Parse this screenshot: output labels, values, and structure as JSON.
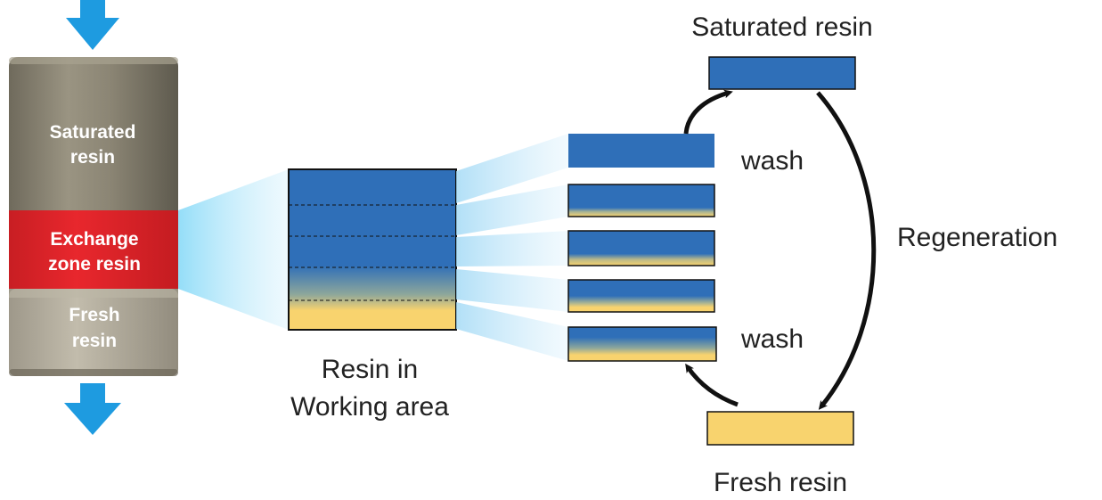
{
  "column": {
    "saturated_line1": "Saturated",
    "saturated_line2": "resin",
    "exchange_line1": "Exchange",
    "exchange_line2": "zone resin",
    "fresh_line1": "Fresh",
    "fresh_line2": "resin"
  },
  "working_area": {
    "label_line1": "Resin in",
    "label_line2": "Working area"
  },
  "cycle": {
    "saturated_label": "Saturated resin",
    "fresh_label": "Fresh resin",
    "wash_top": "wash",
    "wash_bottom": "wash",
    "regeneration": "Regeneration"
  },
  "colors": {
    "saturated_blue": "#2f6fb8",
    "fresh_yellow": "#f8d36e",
    "exchange_red": "#e0262b",
    "column_gray": "#8a8474",
    "flow_arrow": "#1e9be0"
  }
}
